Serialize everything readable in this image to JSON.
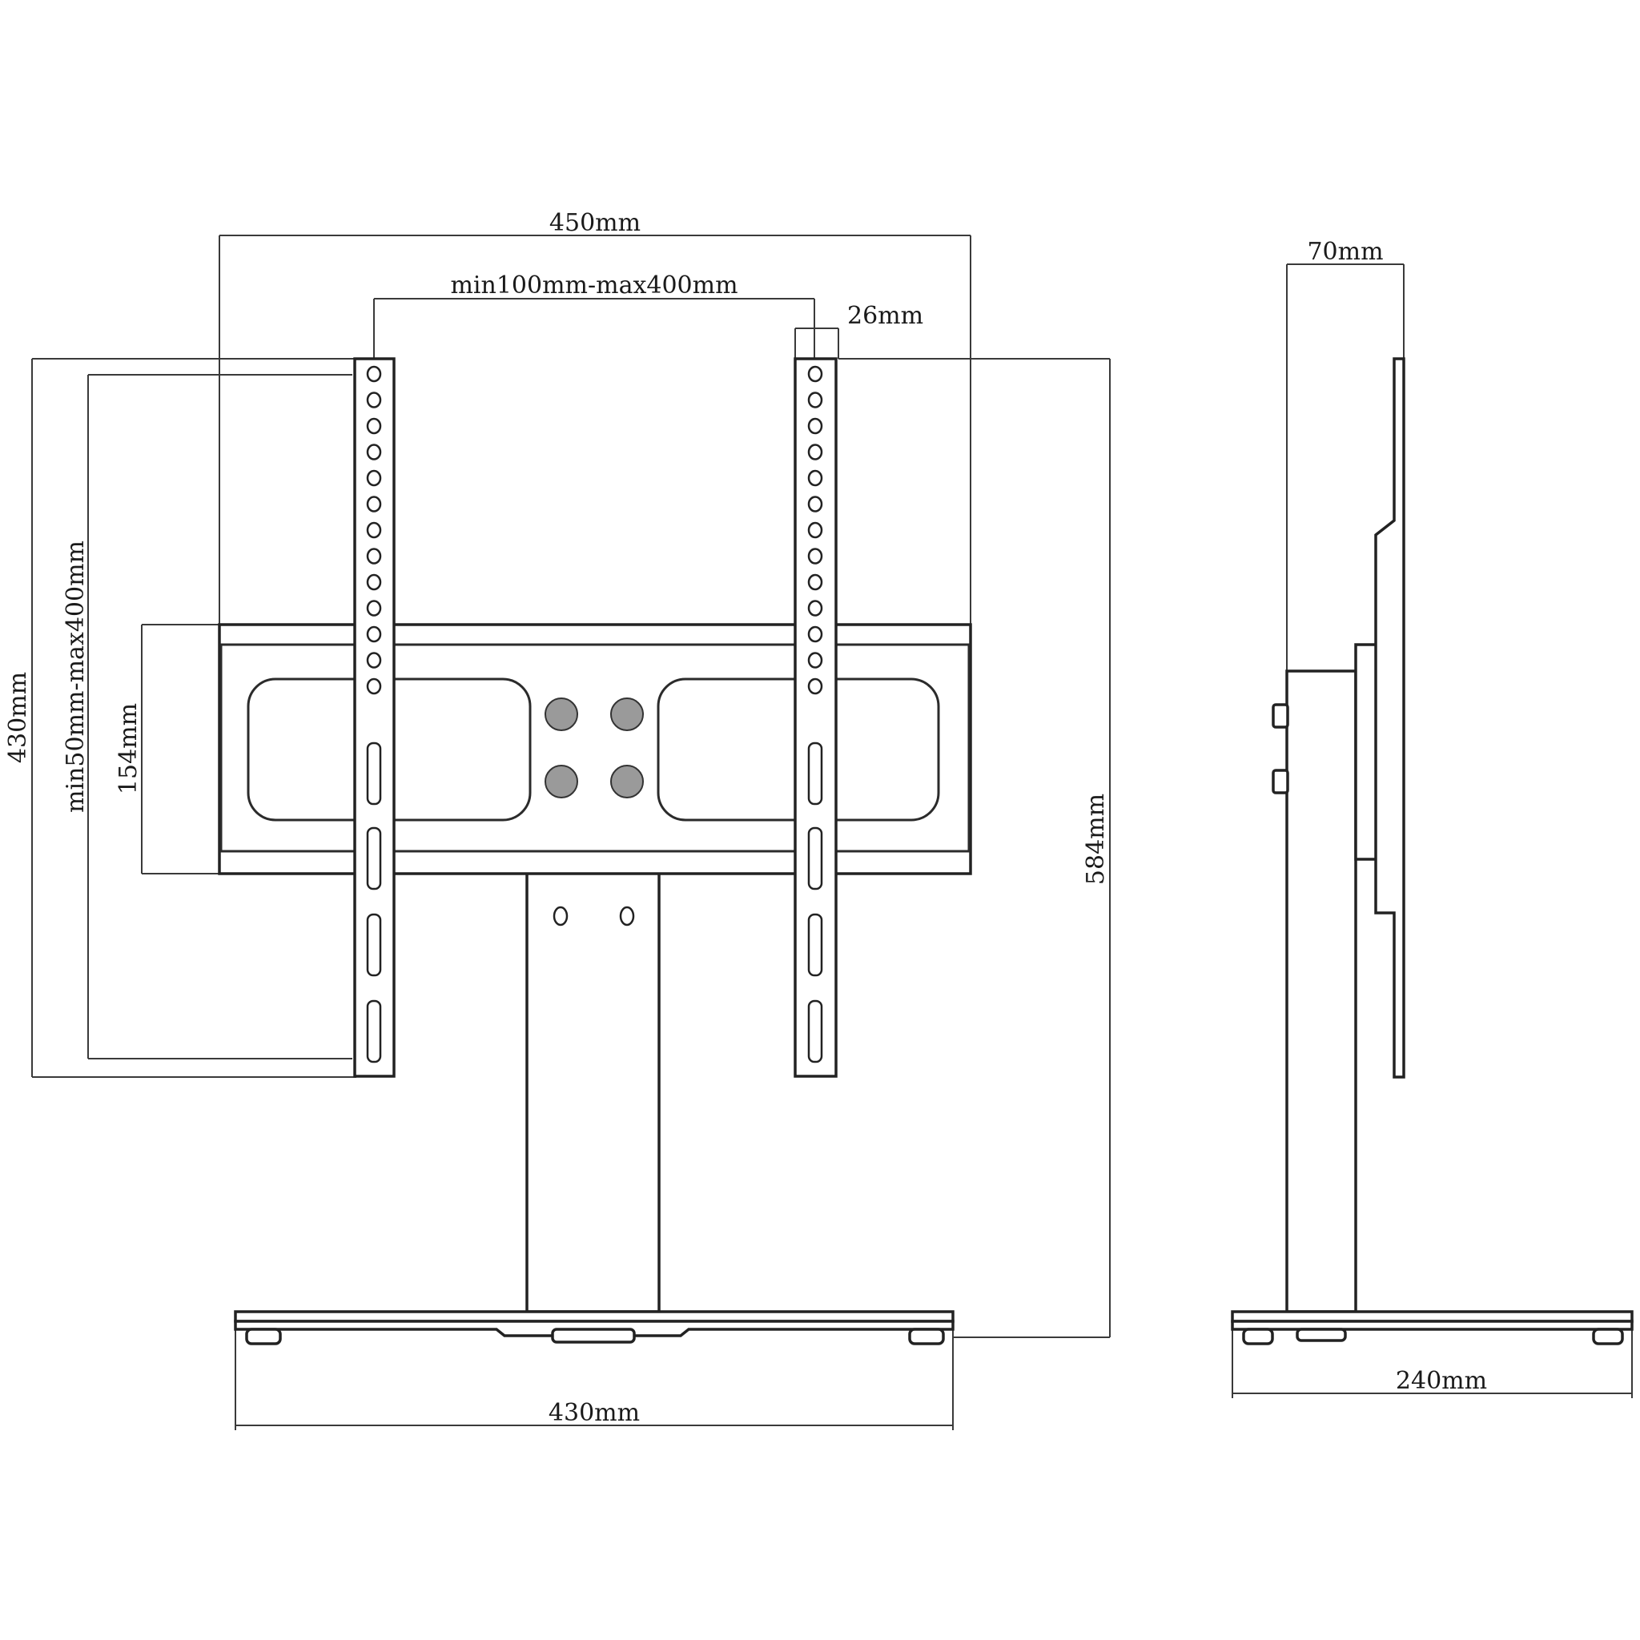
{
  "dimensions": {
    "overall_width": "450mm",
    "vesa_width": "min100mm-max400mm",
    "rail_width": "26mm",
    "side_depth_top": "70mm",
    "overall_height": "430mm",
    "vesa_height": "min50mm-max400mm",
    "crossbar_height": "154mm",
    "stand_height": "584mm",
    "base_width": "430mm",
    "base_depth": "240mm"
  }
}
